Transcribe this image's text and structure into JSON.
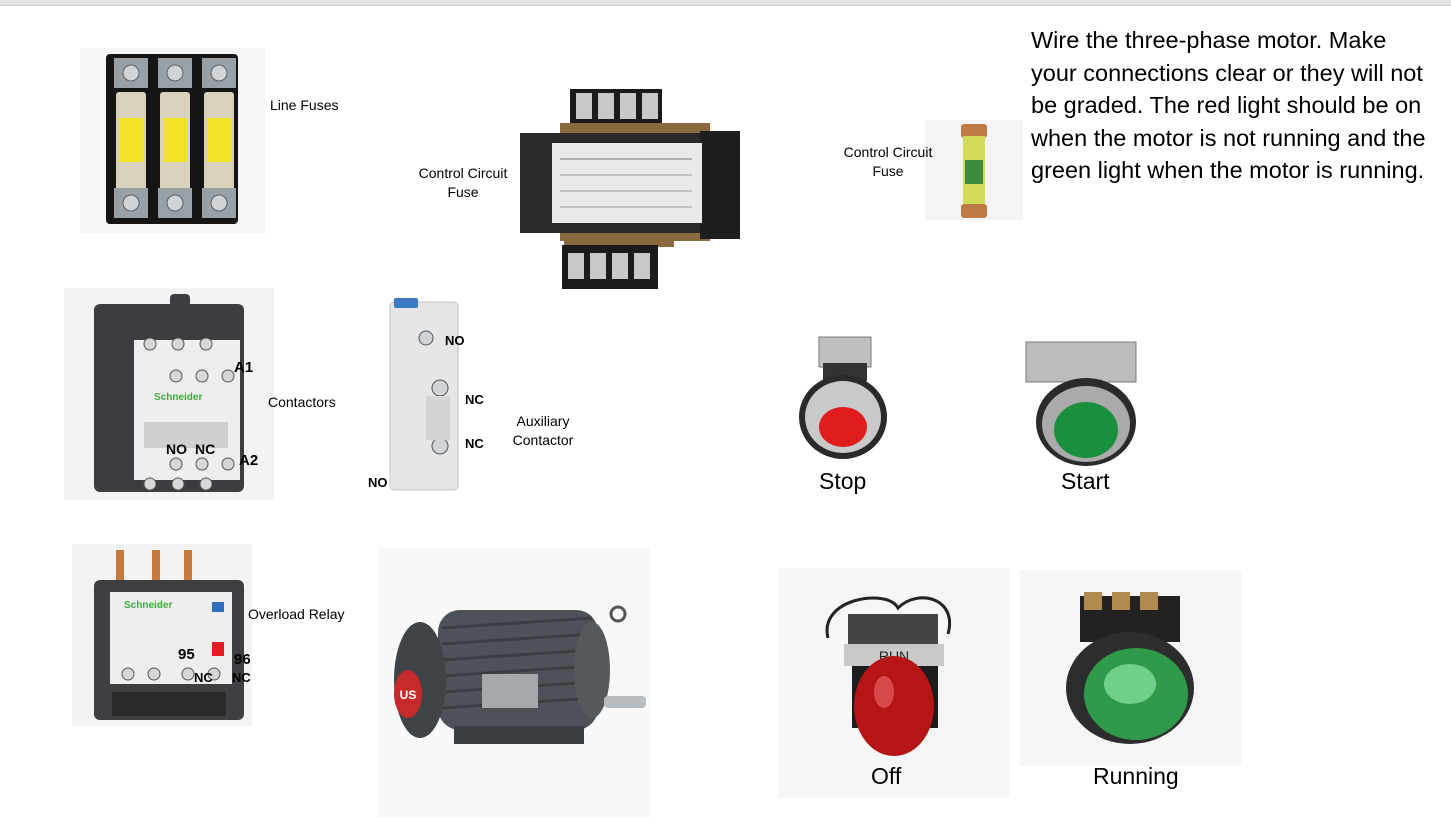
{
  "instructions": "Wire the three-phase motor. Make your connections clear or they will not be graded. The red light should be on when the motor is not running and the green light when the motor is running.",
  "labels": {
    "line_fuses": "Line Fuses",
    "control_circuit_fuse_1": "Control Circuit Fuse",
    "control_circuit_fuse_2": "Control Circuit Fuse",
    "contactors": "Contactors",
    "auxiliary_contactor": "Auxiliary Contactor",
    "overload_relay": "Overload Relay",
    "stop": "Stop",
    "start": "Start",
    "off": "Off",
    "running": "Running"
  },
  "terminals": {
    "contactor_a1": "A1",
    "contactor_a2": "A2",
    "contactor_no": "NO",
    "contactor_nc": "NC",
    "aux_no_top": "NO",
    "aux_nc_1": "NC",
    "aux_nc_2": "NC",
    "aux_no_bottom": "NO",
    "overload_95": "95",
    "overload_96": "96",
    "overload_nc_1": "NC",
    "overload_nc_2": "NC"
  },
  "component_markings": {
    "brand": "Schneider",
    "pilot_legend": "RUN",
    "motor_logo": "US"
  }
}
